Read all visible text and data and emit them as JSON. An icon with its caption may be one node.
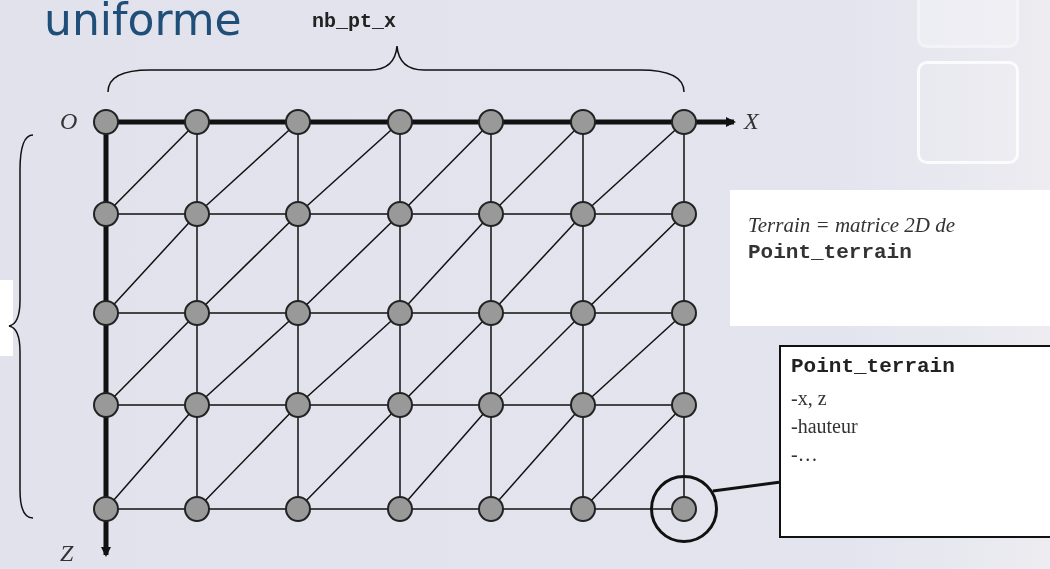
{
  "diagram": {
    "title": "uniforme",
    "nodes": [
      {
        "text": [
          "Terrain = matrice 2D de **Point_terrain**"
        ]
      },
      {
        "text": [
          "Point_terrain",
          "-x, z",
          "-hauteur",
          "-…"
        ]
      },
      {
        "text": [],
        "shape": "circle"
      }
    ],
    "edges": [
      {
        "from": 2,
        "to": 1,
        "arrow": "none"
      }
    ],
    "labels": [
      "nb_pt_x",
      "O",
      "X",
      "Z"
    ]
  }
}
